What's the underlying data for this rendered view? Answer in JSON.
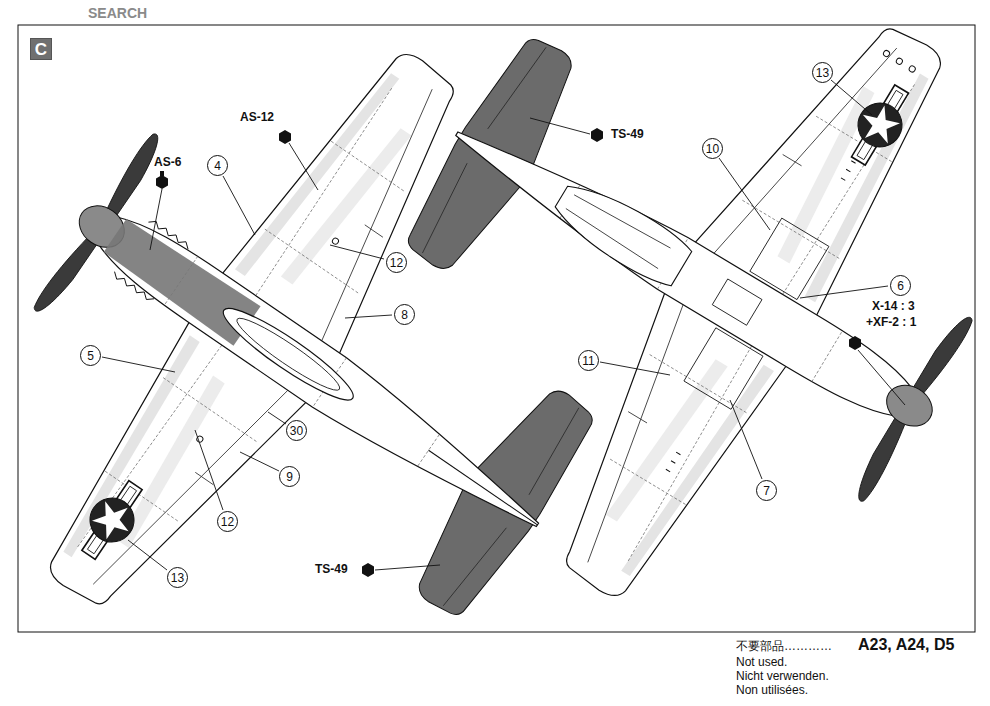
{
  "diagram": {
    "nodes": [
      {
        "text": [
          "C"
        ]
      },
      {
        "text": [
          "13"
        ]
      },
      {
        "text": [
          "10"
        ]
      },
      {
        "text": [
          "4"
        ]
      },
      {
        "text": [
          "12"
        ]
      },
      {
        "text": [
          "6"
        ]
      },
      {
        "text": [
          "8"
        ]
      },
      {
        "text": [
          "5"
        ]
      },
      {
        "text": [
          "11"
        ]
      },
      {
        "text": [
          "30"
        ]
      },
      {
        "text": [
          "9"
        ]
      },
      {
        "text": [
          "7"
        ]
      },
      {
        "text": [
          "12"
        ]
      },
      {
        "text": [
          "13"
        ]
      }
    ],
    "labels": [
      "SEARCH",
      "AS-12",
      "AS-6",
      "TS-49",
      "TS-49",
      "X-14 : 3",
      "+XF-2 : 1",
      "不要部品…………",
      "A23, A24, D5",
      "Not used.",
      "Nicht verwenden.",
      "Non utilisées."
    ]
  }
}
